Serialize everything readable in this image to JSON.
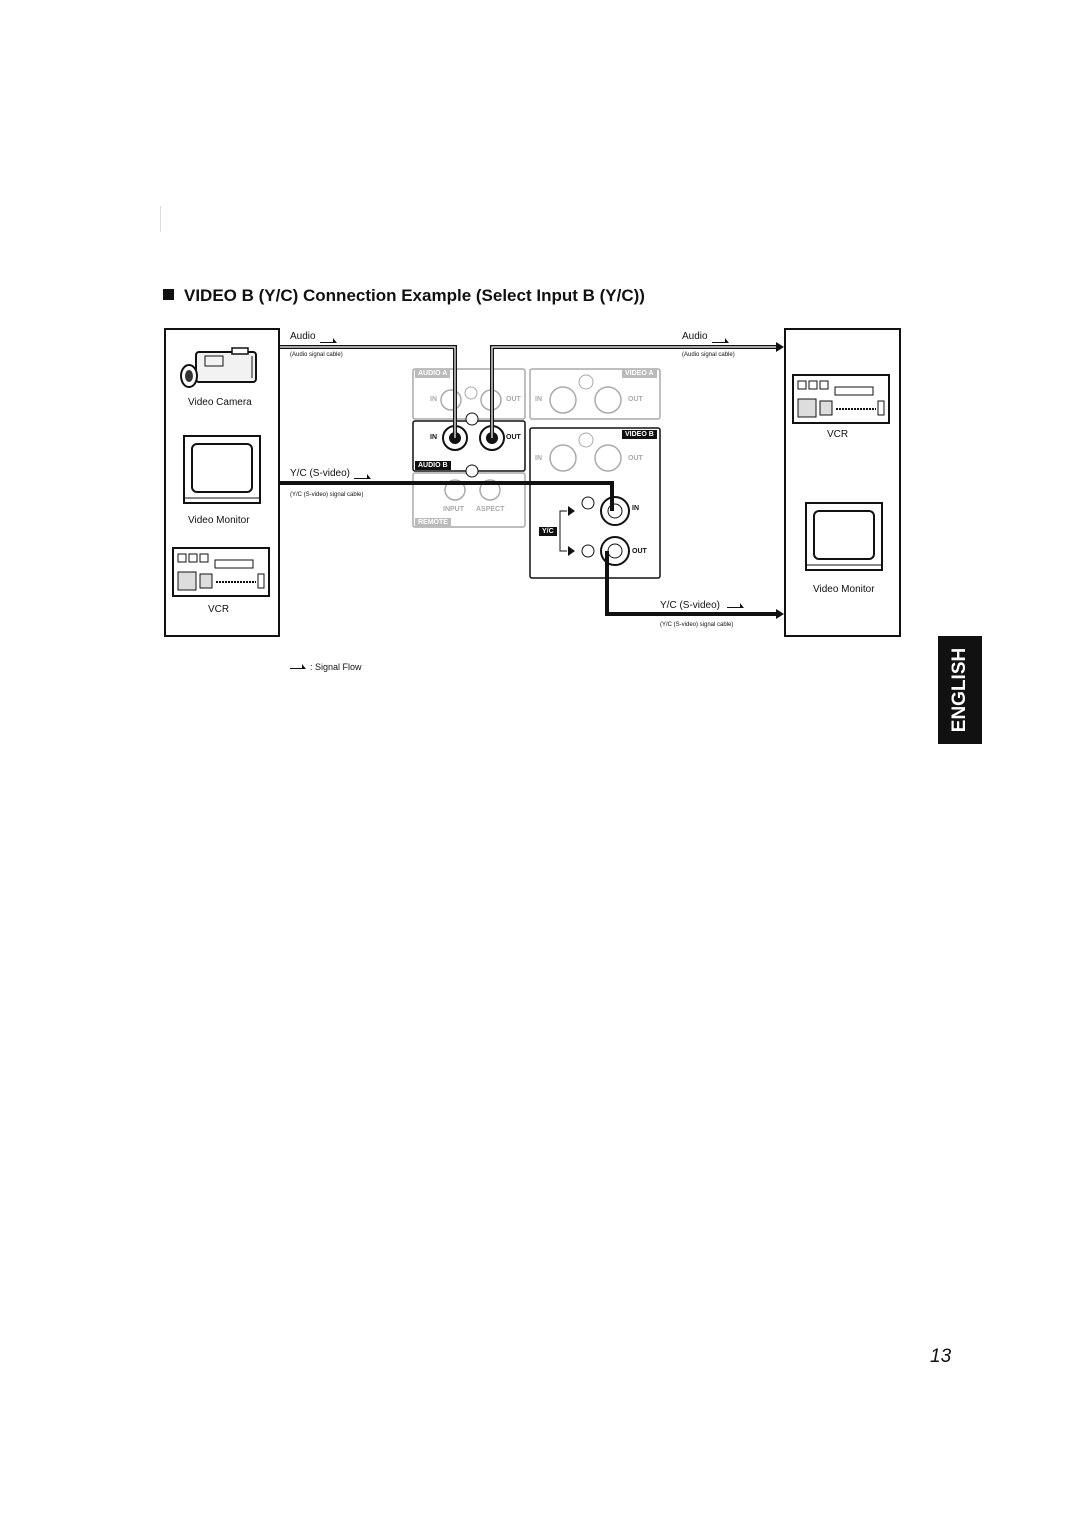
{
  "title": "VIDEO B (Y/C) Connection Example (Select Input B (Y/C))",
  "left_devices": {
    "camera": "Video Camera",
    "monitor": "Video Monitor",
    "vcr": "VCR"
  },
  "right_devices": {
    "vcr": "VCR",
    "monitor": "Video Monitor"
  },
  "cables": {
    "audio_left": "Audio",
    "audio_left_desc": "(Audio signal cable)",
    "audio_right": "Audio",
    "audio_right_desc": "(Audio signal cable)",
    "yc_left": "Y/C (S-video)",
    "yc_left_desc": "(Y/C (S-video) signal cable)",
    "yc_right": "Y/C (S-video)",
    "yc_right_desc": "(Y/C (S-video) signal cable)"
  },
  "panel": {
    "audio_a": "AUDIO A",
    "audio_b": "AUDIO B",
    "video_a": "VIDEO A",
    "video_b": "VIDEO B",
    "remote": "REMOTE",
    "yc": "Y/C",
    "input": "INPUT",
    "aspect": "ASPECT",
    "in": "IN",
    "out": "OUT"
  },
  "legend": ": Signal Flow",
  "side_tab": "ENGLISH",
  "page_number": "13"
}
